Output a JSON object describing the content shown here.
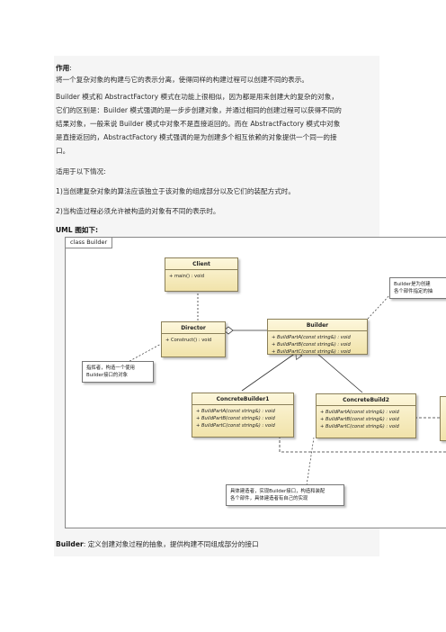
{
  "intro": {
    "heading": "作用",
    "colon": ":",
    "line1": "将一个复杂对象的构建与它的表示分离，使得同样的构建过程可以创建不同的表示。"
  },
  "compare": {
    "lines": [
      "Builder 模式和 AbstractFactory 模式在功能上很相似，因为都是用来创建大的复杂的对象，",
      "它们的区别是：Builder 模式强调的是一步步创建对象，并通过相同的创建过程可以获得不同的",
      "结果对象，一般来说 Builder 模式中对象不是直接返回的。而在 AbstractFactory 模式中对象",
      "是直接返回的，AbstractFactory 模式强调的是为创建多个相互依赖的对象提供一个同一的接",
      "口。"
    ]
  },
  "usage": {
    "title": "适用于以下情况:",
    "items": [
      "1)当创建复杂对象的算法应该独立于该对象的组成部分以及它们的装配方式时。",
      "2)当构造过程必须允许被构造的对象有不同的表示时。"
    ]
  },
  "uml_heading": "UML 图如下:",
  "uml": {
    "frame_label": "class Builder",
    "client": {
      "name": "Client",
      "ops": [
        "+ main() : void"
      ]
    },
    "director": {
      "name": "Director",
      "ops": [
        "+ Construct() : void"
      ]
    },
    "builder": {
      "name": "Builder",
      "ops": [
        "+ BuildPartA(const string&) : void",
        "+ BuildPartB(const string&) : void",
        "+ BuildPartC(const string&) : void"
      ]
    },
    "cb1": {
      "name": "ConcreteBuilder1",
      "ops": [
        "+ BuildPartA(const string&) : void",
        "+ BuildPartB(const string&) : void",
        "+ BuildPartC(const string&) : void"
      ]
    },
    "cb2": {
      "name": "ConcreteBuild2",
      "ops": [
        "+ BuildPartA(const string&) : void",
        "+ BuildPartB(const string&) : void",
        "+ BuildPartC(const string&) : void"
      ]
    },
    "note_builder": [
      "Builder是为创建",
      "各个部件指定的抽"
    ],
    "note_director": [
      "指挥者，构造一个使用",
      "Builder接口的对象"
    ],
    "note_concrete": [
      "具体建造者，实现Builder接口，构造和装配",
      "各个部件，具体建造者有自己的实现"
    ]
  },
  "footer": {
    "label": "Builder",
    "text": ": 定义创建对象过程的抽象，提供构建不同组成部分的接口"
  }
}
